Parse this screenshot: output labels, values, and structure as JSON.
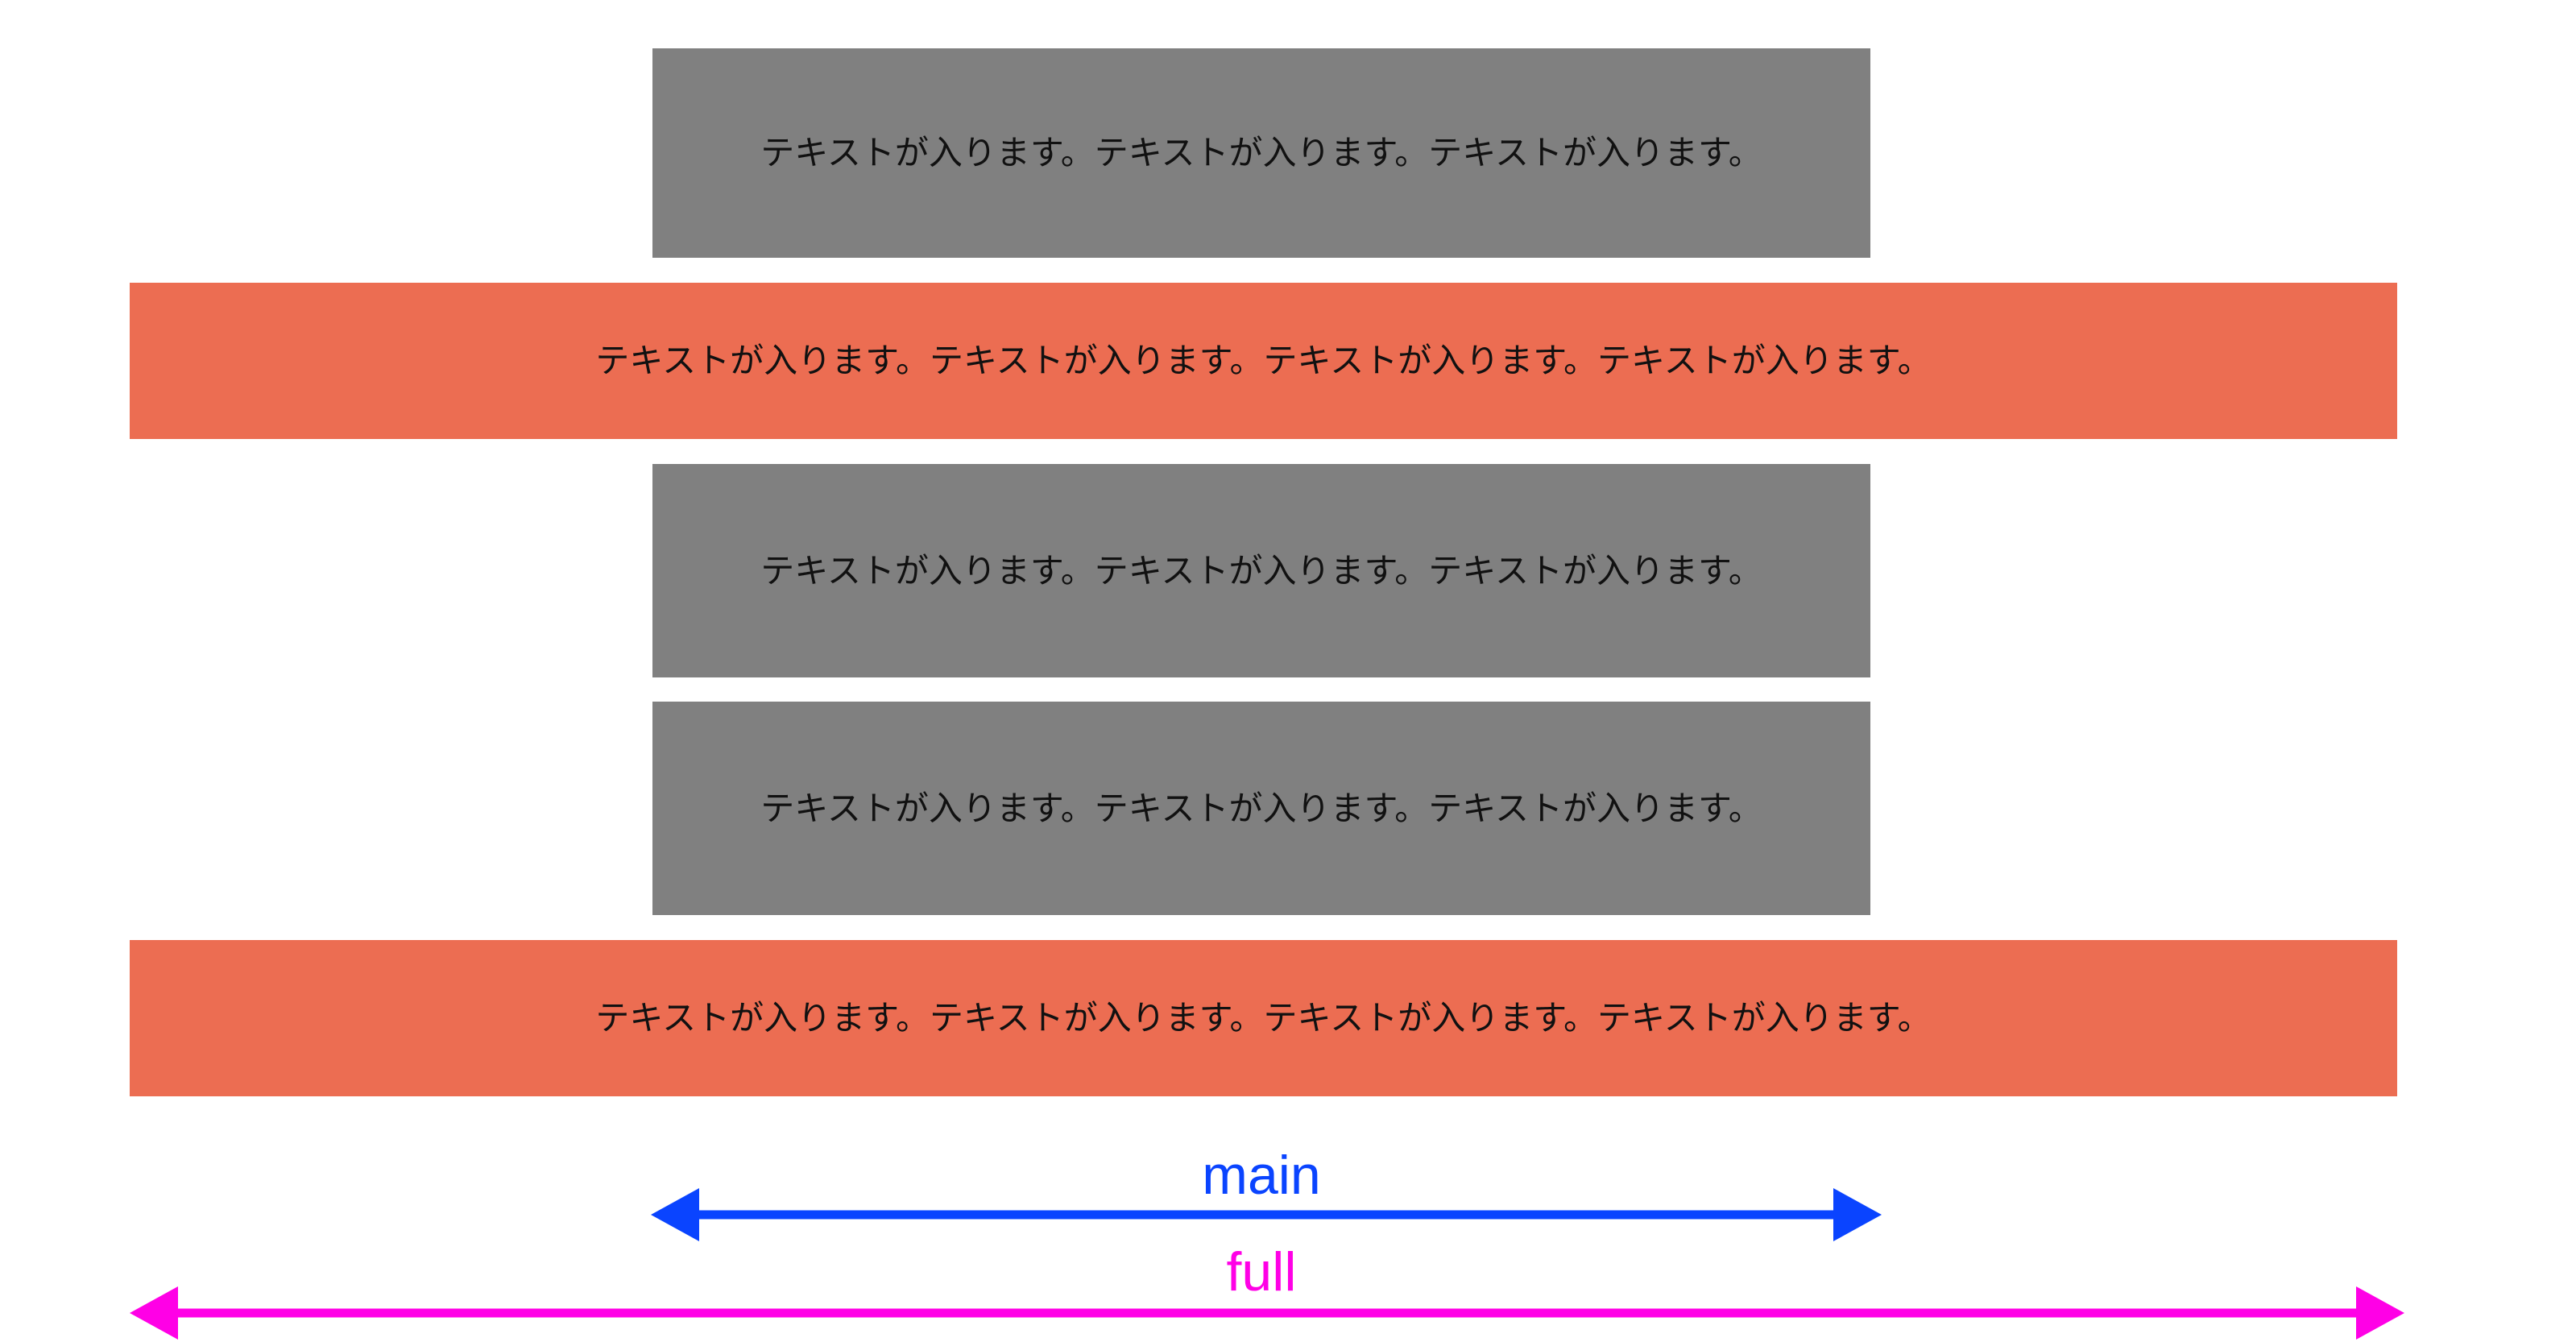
{
  "colors": {
    "main_block": "#808080",
    "full_block": "#ec6d52",
    "main_arrow": "#0a44ff",
    "full_arrow": "#ff00e6"
  },
  "blocks": [
    {
      "kind": "main",
      "text": "テキストが入ります。テキストが入ります。テキストが入ります。"
    },
    {
      "kind": "full",
      "text": "テキストが入ります。テキストが入ります。テキストが入ります。テキストが入ります。"
    },
    {
      "kind": "main",
      "text": "テキストが入ります。テキストが入ります。テキストが入ります。"
    },
    {
      "kind": "main",
      "text": "テキストが入ります。テキストが入ります。テキストが入ります。"
    },
    {
      "kind": "full",
      "text": "テキストが入ります。テキストが入ります。テキストが入ります。テキストが入ります。"
    }
  ],
  "arrows": {
    "main_label": "main",
    "full_label": "full"
  }
}
